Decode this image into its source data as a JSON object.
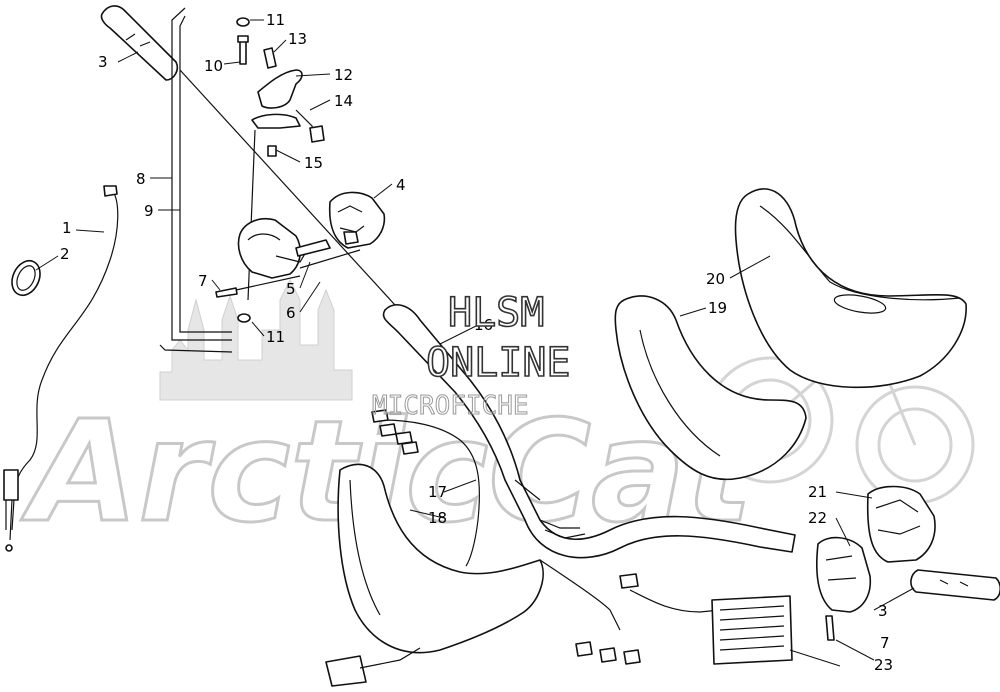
{
  "watermark": {
    "brand": "ArcticCat",
    "line1": "HLSM",
    "line2": "ONLINE",
    "line3": "MICROFICHE"
  },
  "callouts": [
    {
      "id": "c1",
      "label": "1"
    },
    {
      "id": "c2",
      "label": "2"
    },
    {
      "id": "c3a",
      "label": "3"
    },
    {
      "id": "c3b",
      "label": "3"
    },
    {
      "id": "c4",
      "label": "4"
    },
    {
      "id": "c5",
      "label": "5"
    },
    {
      "id": "c6",
      "label": "6"
    },
    {
      "id": "c7a",
      "label": "7"
    },
    {
      "id": "c7b",
      "label": "7"
    },
    {
      "id": "c8",
      "label": "8"
    },
    {
      "id": "c9",
      "label": "9"
    },
    {
      "id": "c10",
      "label": "10"
    },
    {
      "id": "c11a",
      "label": "11"
    },
    {
      "id": "c11b",
      "label": "11"
    },
    {
      "id": "c12",
      "label": "12"
    },
    {
      "id": "c13",
      "label": "13"
    },
    {
      "id": "c14",
      "label": "14"
    },
    {
      "id": "c15",
      "label": "15"
    },
    {
      "id": "c16",
      "label": "16"
    },
    {
      "id": "c17",
      "label": "17"
    },
    {
      "id": "c18",
      "label": "18"
    },
    {
      "id": "c19",
      "label": "19"
    },
    {
      "id": "c20",
      "label": "20"
    },
    {
      "id": "c21",
      "label": "21"
    },
    {
      "id": "c22",
      "label": "22"
    },
    {
      "id": "c23",
      "label": "23"
    }
  ]
}
